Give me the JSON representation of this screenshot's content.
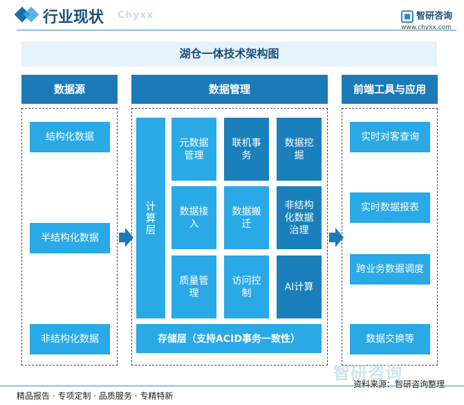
{
  "header": {
    "title": "行业现状",
    "watermark": "Chyxx",
    "logo_name": "智研咨询",
    "site": "www.chyxx.com"
  },
  "diagram": {
    "title": "湖仓一体技术架构图",
    "columns": {
      "source": "数据源",
      "management": "数据管理",
      "frontend": "前端工具与应用"
    },
    "sources": [
      "结构化数据",
      "半结构化数据",
      "非结构化数据"
    ],
    "compute_layer": "计算层",
    "management_cells": [
      "元数据管理",
      "联机事务",
      "数据挖掘",
      "数据接入",
      "数据搬迁",
      "非结构化数据治理",
      "质量管理",
      "访问控制",
      "AI计算"
    ],
    "storage_layer": "存储层（支持ACID事务一致性）",
    "apps": [
      "实时对客查询",
      "实时数据报表",
      "跨业务数据调度",
      "数据交换等"
    ]
  },
  "footer": {
    "slogan": "精品报告 · 专项定制 · 品质服务 · 专精特新",
    "source": "资料来源：智研咨询整理",
    "watermark": "智研咨询"
  },
  "colors": {
    "header_blue": "#1d7ab9",
    "light_blue": "#29a9e6",
    "dark_blue": "#1a80bb",
    "title_bg": "#e4f2fb"
  }
}
